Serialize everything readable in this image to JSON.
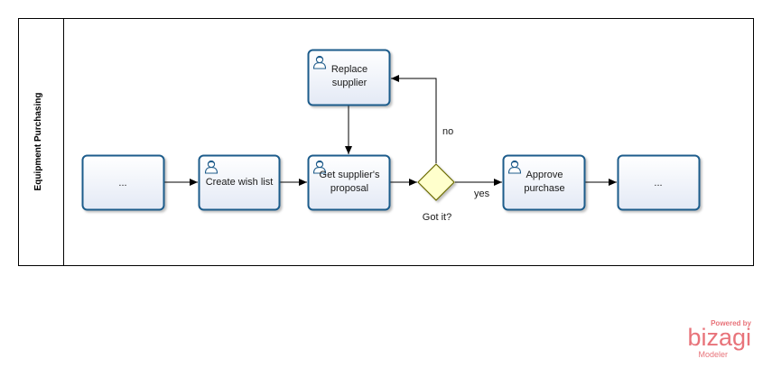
{
  "lane": {
    "label": "Equipment Purchasing"
  },
  "tasks": {
    "start_placeholder": "...",
    "create_wish_list": "Create wish list",
    "get_proposal_line1": "Get supplier's",
    "get_proposal_line2": "proposal",
    "replace_line1": "Replace",
    "replace_line2": "supplier",
    "approve_line1": "Approve",
    "approve_line2": "purchase",
    "end_placeholder": "..."
  },
  "gateway": {
    "label": "Got it?"
  },
  "edges": {
    "no_label": "no",
    "yes_label": "yes"
  },
  "branding": {
    "powered_by": "Powered by",
    "name": "bizagi",
    "product": "Modeler"
  },
  "colors": {
    "task_stroke": "#1f5c8b",
    "task_fill": "#eef2fa",
    "gateway_fill": "#ffffcc",
    "gateway_stroke": "#6b6b00",
    "brand": "#e8737a"
  },
  "icons": {
    "performer": "user-task-icon"
  }
}
